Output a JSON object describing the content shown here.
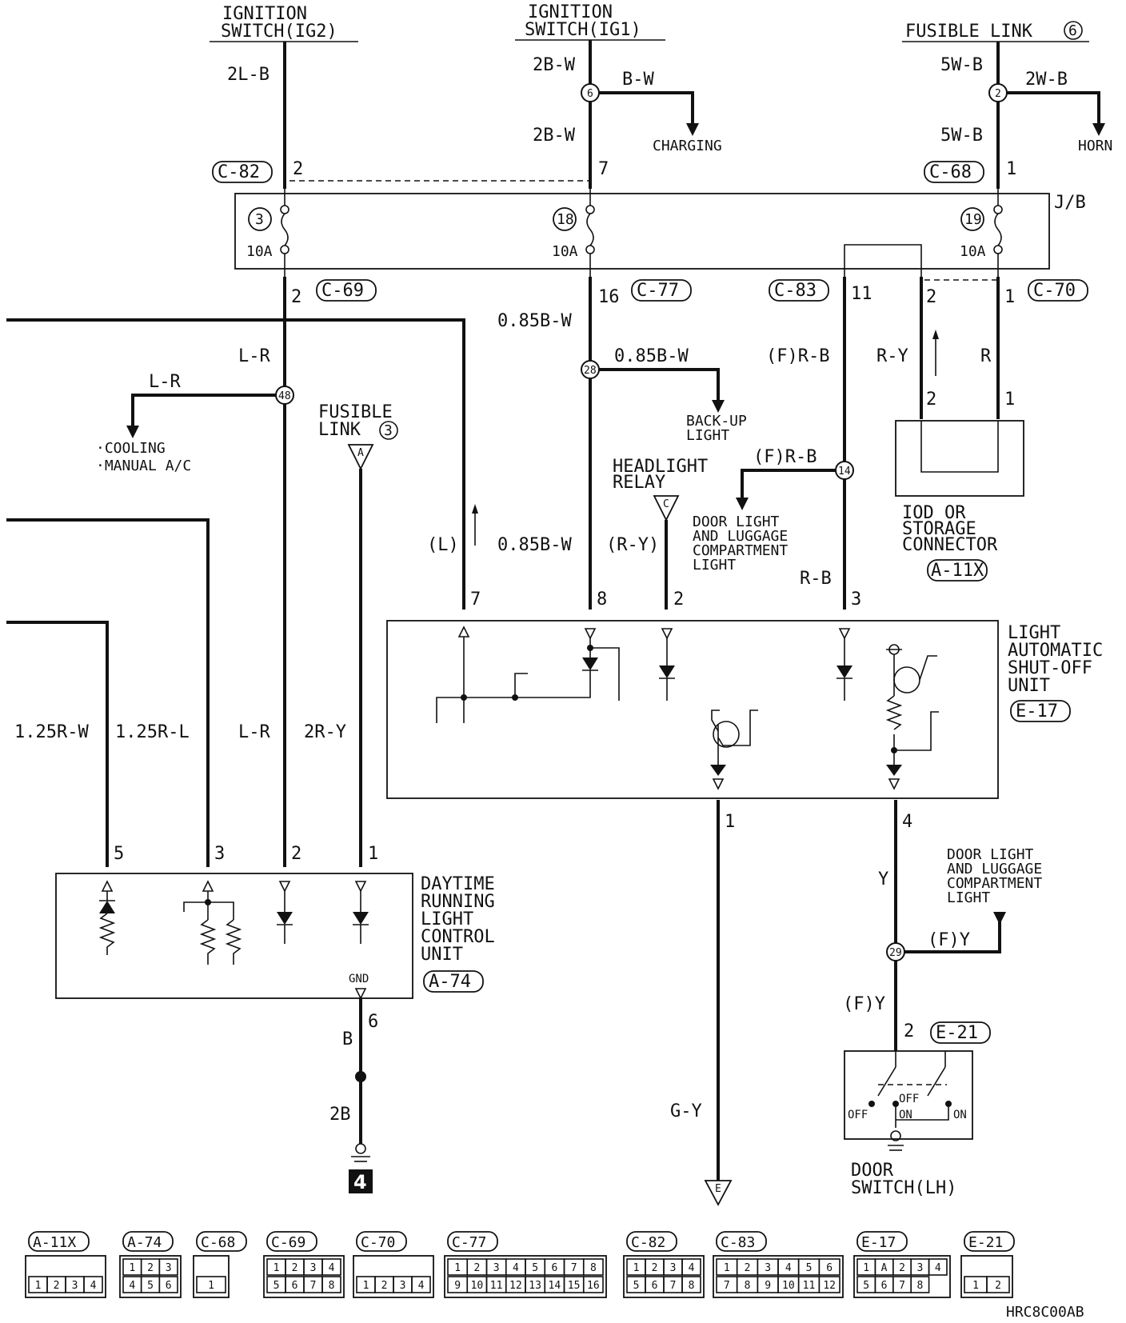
{
  "top_sources": {
    "ig2": [
      "IGNITION",
      "SWITCH(IG2)"
    ],
    "ig1": [
      "IGNITION",
      "SWITCH(IG1)"
    ],
    "fusible6": "FUSIBLE LINK",
    "fusible6_num": "6"
  },
  "wires": {
    "w_2lb": "2L-B",
    "w_2bw_top": "2B-W",
    "w_bw": "B-W",
    "w_2bw_mid": "2B-W",
    "w_5wb_top": "5W-B",
    "w_2wb": "2W-B",
    "w_5wb_mid": "5W-B",
    "w_lr_a": "L-R",
    "w_lr_b": "L-R",
    "w_085bw_a": "0.85B-W",
    "w_085bw_b": "0.85B-W",
    "w_085bw_c": "0.85B-W",
    "w_frb_a": "(F)R-B",
    "w_frb_b": "(F)R-B",
    "w_ry_a": "R-Y",
    "w_r": "R",
    "w_l": "(L)",
    "w_ry_b": "(R-Y)",
    "w_rb": "R-B",
    "w_125rw": "1.25R-W",
    "w_125rl": "1.25R-L",
    "w_lr_c": "L-R",
    "w_2ry": "2R-Y",
    "w_b": "B",
    "w_2b": "2B",
    "w_gy": "G-Y",
    "w_y": "Y",
    "w_fy_a": "(F)Y",
    "w_fy_b": "(F)Y"
  },
  "destinations": {
    "charging": "CHARGING",
    "horn": "HORN",
    "backup": [
      "BACK-UP",
      "LIGHT"
    ],
    "cooling": [
      "·COOLING",
      "·MANUAL A/C"
    ],
    "fusible3": [
      "FUSIBLE",
      "LINK"
    ],
    "fusible3_num": "3",
    "headlight_relay": [
      "HEADLIGHT",
      "RELAY"
    ],
    "door_light_1": [
      "DOOR LIGHT",
      "AND LUGGAGE",
      "COMPARTMENT",
      "LIGHT"
    ],
    "door_light_2": [
      "DOOR LIGHT",
      "AND LUGGAGE",
      "COMPARTMENT",
      "LIGHT"
    ],
    "iod": [
      "IOD OR",
      "STORAGE",
      "CONNECTOR"
    ],
    "iod_code": "A-11X",
    "jb": "J/B"
  },
  "fuses": [
    {
      "num": "3",
      "rating": "10A"
    },
    {
      "num": "18",
      "rating": "10A"
    },
    {
      "num": "19",
      "rating": "10A"
    }
  ],
  "junctions": [
    "6",
    "2",
    "48",
    "28",
    "14",
    "29"
  ],
  "connectors": {
    "c82": "C-82",
    "c68": "C-68",
    "c69": "C-69",
    "c77": "C-77",
    "c83": "C-83",
    "c70": "C-70",
    "e21": "E-21"
  },
  "pins": {
    "p_c82": "2",
    "p_ig1": "7",
    "p_c68": "1",
    "p_c69": "2",
    "p_c77": "16",
    "p_c83": "11",
    "p_c70a": "2",
    "p_c70b": "1",
    "p_iod2": "2",
    "p_iod1": "1",
    "p_e17_7": "7",
    "p_e17_8": "8",
    "p_e17_2": "2",
    "p_e17_3": "3",
    "p_e17_1": "1",
    "p_e17_4": "4",
    "p_a74_5": "5",
    "p_a74_3": "3",
    "p_a74_2": "2",
    "p_a74_1": "1",
    "p_a74_6": "6",
    "p_e21_2": "2"
  },
  "units": {
    "e17": [
      "LIGHT",
      "AUTOMATIC",
      "SHUT-OFF",
      "UNIT"
    ],
    "e17_code": "E-17",
    "a74": [
      "DAYTIME",
      "RUNNING",
      "LIGHT",
      "CONTROL",
      "UNIT"
    ],
    "a74_code": "A-74",
    "gnd": "GND",
    "door_switch": [
      "DOOR",
      "SWITCH(LH)"
    ],
    "sw_off_l": "OFF",
    "sw_on_l": "ON",
    "sw_off_r": "OFF",
    "sw_on_r": "ON"
  },
  "terminals": {
    "a": "A",
    "c": "C",
    "e": "E"
  },
  "ground_num": "4",
  "connector_legend": [
    {
      "code": "A-11X",
      "cells": [
        "1",
        "2",
        "3",
        "4"
      ]
    },
    {
      "code": "A-74",
      "cells": [
        "1",
        "2",
        "3",
        "4",
        "5",
        "6"
      ]
    },
    {
      "code": "C-68",
      "cells": [
        "1"
      ]
    },
    {
      "code": "C-69",
      "cells": [
        "1",
        "2",
        "3",
        "4",
        "5",
        "6",
        "7",
        "8"
      ]
    },
    {
      "code": "C-70",
      "cells": [
        "1",
        "2",
        "3",
        "4"
      ]
    },
    {
      "code": "C-77",
      "cells": [
        "1",
        "2",
        "3",
        "4",
        "5",
        "6",
        "7",
        "8",
        "9",
        "10",
        "11",
        "12",
        "13",
        "14",
        "15",
        "16"
      ]
    },
    {
      "code": "C-82",
      "cells": [
        "1",
        "2",
        "3",
        "4",
        "5",
        "6",
        "7",
        "8"
      ]
    },
    {
      "code": "C-83",
      "cells": [
        "1",
        "2",
        "3",
        "4",
        "5",
        "6",
        "7",
        "8",
        "9",
        "10",
        "11",
        "12"
      ]
    },
    {
      "code": "E-17",
      "cells": [
        "1",
        "A",
        "2",
        "3",
        "4",
        "5",
        "6",
        "7",
        "8"
      ]
    },
    {
      "code": "E-21",
      "cells": [
        "1",
        "2"
      ]
    }
  ],
  "diagram_code": "HRC8C00AB"
}
